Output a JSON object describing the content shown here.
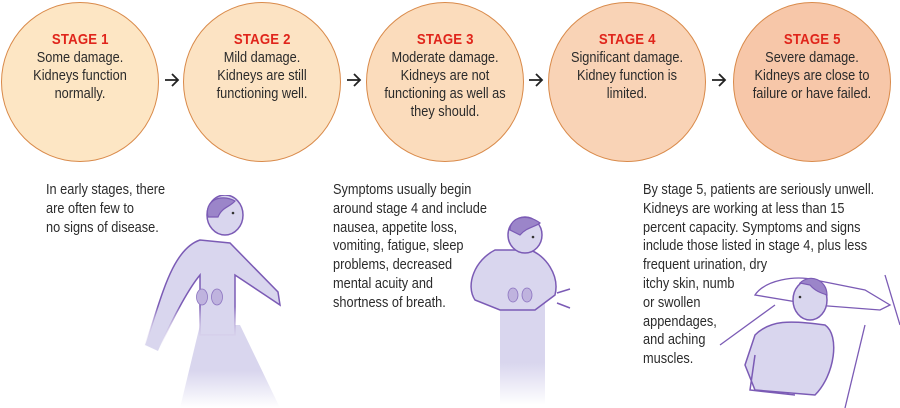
{
  "stages": [
    {
      "title": "STAGE 1",
      "desc": "Some damage. Kidneys function normally.",
      "fill": "#FDE6C4"
    },
    {
      "title": "STAGE 2",
      "desc": "Mild damage. Kidneys are still functioning well.",
      "fill": "#FCE3C3"
    },
    {
      "title": "STAGE 3",
      "desc": "Moderate damage. Kidneys are not functioning as well as they should.",
      "fill": "#FBDCBC"
    },
    {
      "title": "STAGE 4",
      "desc": "Significant damage. Kidney function is limited.",
      "fill": "#F9D3B6"
    },
    {
      "title": "STAGE 5",
      "desc": "Severe damage. Kidneys are close to failure or have failed.",
      "fill": "#F7C7A9"
    }
  ],
  "notes": {
    "early": [
      "In early stages, there",
      "are often few to",
      "no signs of disease."
    ],
    "middle": [
      "Symptoms usually begin",
      "around stage 4 and include",
      "nausea, appetite loss,",
      "vomiting, fatigue, sleep",
      "problems, decreased",
      "mental acuity and",
      "shortness of breath."
    ],
    "late": [
      "By stage 5, patients are seriously unwell.",
      "Kidneys are working at less than 15",
      "percent capacity. Symptoms and signs",
      "include those listed in stage 4, plus less",
      "frequent urination, dry",
      "itchy skin, numb",
      "or swollen",
      "appendages,",
      "and aching",
      "muscles."
    ]
  },
  "colors": {
    "stage_title": "#E0251B",
    "circle_border": "#D98A4A",
    "figure_fill": "#D9D6EE",
    "figure_stroke": "#7B5BB5",
    "hair": "#9B85C9"
  }
}
